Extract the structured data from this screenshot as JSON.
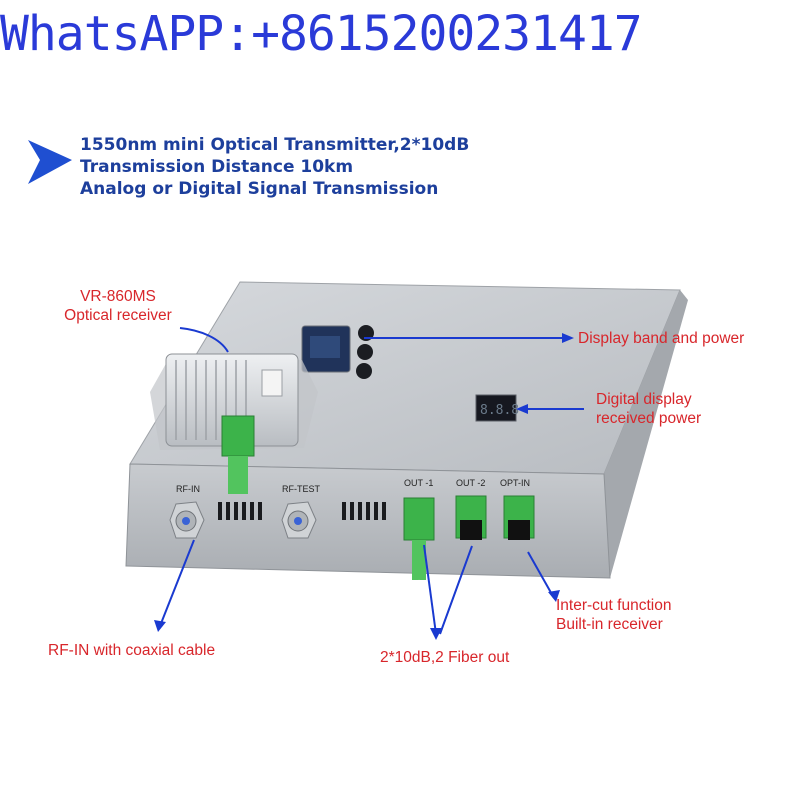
{
  "watermark": {
    "text": "WhatsAPP:+8615200231417",
    "color": "#2a3ad8"
  },
  "headline": {
    "lines": [
      "1550nm mini Optical Transmitter,2*10dB",
      "Transmission Distance 10km",
      "Analog or Digital Signal Transmission"
    ],
    "color": "#1d3f9c",
    "arrow_color": "#1f4fd1"
  },
  "callouts": {
    "receiver_line1": "VR-860MS",
    "receiver_line2": "Optical receiver",
    "display_band": "Display band and power",
    "digital_line1": "Digital display",
    "digital_line2": "received power",
    "intercut_line1": "Inter-cut function",
    "intercut_line2": "Built-in receiver",
    "rf_in_cable": "RF-IN with coaxial cable",
    "fiber_out": "2*10dB,2 Fiber out",
    "color": "#d8262b",
    "line_color": "#1a3ad0"
  },
  "device_labels": {
    "rf_in": "RF-IN",
    "rf_test": "RF-TEST",
    "out1": "OUT -1",
    "out2": "OUT -2",
    "opt_in": "OPT-IN"
  },
  "colors": {
    "connector_green": "#3cb34a",
    "device_gray": "#c9ccd0"
  }
}
